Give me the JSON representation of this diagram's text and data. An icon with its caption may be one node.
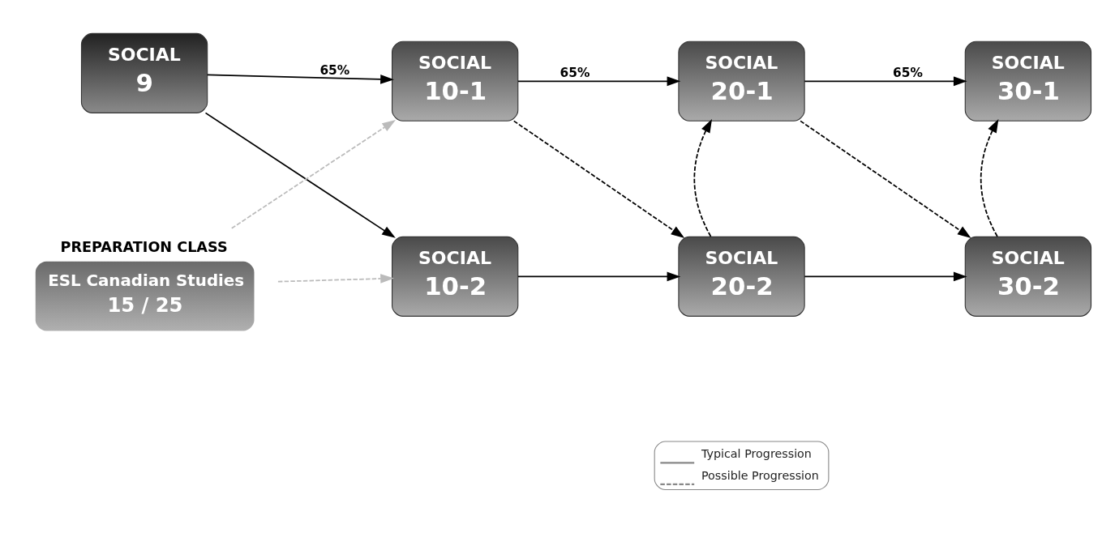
{
  "diagram": {
    "nodes": [
      {
        "text": [
          "SOCIAL",
          "9"
        ]
      },
      {
        "text": [
          "SOCIAL",
          "10-1"
        ]
      },
      {
        "text": [
          "SOCIAL",
          "20-1"
        ]
      },
      {
        "text": [
          "SOCIAL",
          "30-1"
        ]
      },
      {
        "text": [
          "SOCIAL",
          "10-2"
        ]
      },
      {
        "text": [
          "SOCIAL",
          "20-2"
        ]
      },
      {
        "text": [
          "SOCIAL",
          "30-2"
        ]
      },
      {
        "text": [
          "PREPARATION CLASS",
          "ESL Canadian Studies",
          "15 / 25"
        ]
      }
    ],
    "edges": [
      {
        "from": 0,
        "to": 1,
        "arrow": "to",
        "label": "65%"
      },
      {
        "from": 0,
        "to": 4,
        "arrow": "to"
      },
      {
        "from": 1,
        "to": 2,
        "arrow": "to",
        "label": "65%"
      },
      {
        "from": 2,
        "to": 3,
        "arrow": "to",
        "label": "65%"
      },
      {
        "from": 1,
        "to": 5,
        "arrow": "to",
        "style": "dashed"
      },
      {
        "from": 4,
        "to": 5,
        "arrow": "to"
      },
      {
        "from": 5,
        "to": 2,
        "arrow": "to",
        "style": "dashed"
      },
      {
        "from": 2,
        "to": 6,
        "arrow": "to",
        "style": "dashed"
      },
      {
        "from": 5,
        "to": 6,
        "arrow": "to"
      },
      {
        "from": 6,
        "to": 3,
        "arrow": "to",
        "style": "dashed"
      },
      {
        "from": 7,
        "to": 1,
        "arrow": "to",
        "style": "dashed",
        "color": "#bbbbbb"
      },
      {
        "from": 7,
        "to": 4,
        "arrow": "to",
        "style": "dashed",
        "color": "#bbbbbb"
      }
    ],
    "legend": [
      {
        "text": "Typical Progression"
      },
      {
        "text": "Possible Progression"
      }
    ]
  }
}
